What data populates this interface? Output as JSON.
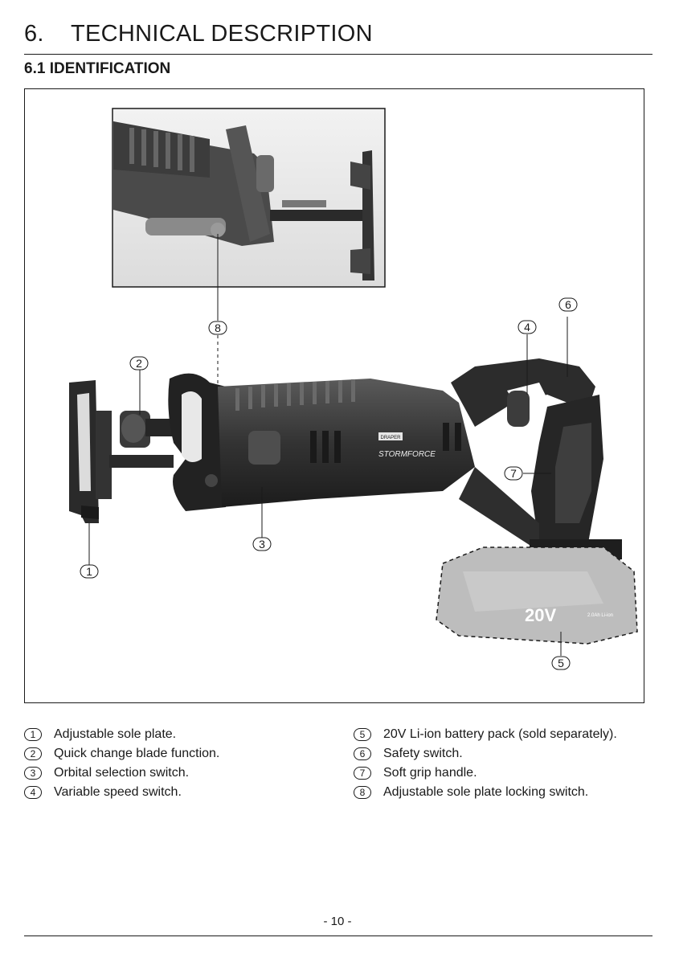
{
  "header": {
    "section_number": "6.",
    "section_title": "TECHNICAL DESCRIPTION",
    "subsection_title": "6.1 IDENTIFICATION"
  },
  "figure": {
    "callouts": [
      "1",
      "2",
      "3",
      "4",
      "5",
      "6",
      "7",
      "8"
    ],
    "brand_badge": "DRAPER",
    "model_text": "STORMFORCE",
    "battery_voltage": "20V",
    "battery_capacity": "2.0Ah Li-ion"
  },
  "legend_left": [
    {
      "num": "1",
      "text": "Adjustable sole plate."
    },
    {
      "num": "2",
      "text": "Quick change blade function."
    },
    {
      "num": "3",
      "text": "Orbital selection switch."
    },
    {
      "num": "4",
      "text": "Variable speed switch."
    }
  ],
  "legend_right": [
    {
      "num": "5",
      "text": "20V Li-ion battery pack (sold separately)."
    },
    {
      "num": "6",
      "text": "Safety switch."
    },
    {
      "num": "7",
      "text": "Soft grip handle."
    },
    {
      "num": "8",
      "text": "Adjustable sole plate locking switch."
    }
  ],
  "footer": {
    "page_number": "- 10 -"
  }
}
